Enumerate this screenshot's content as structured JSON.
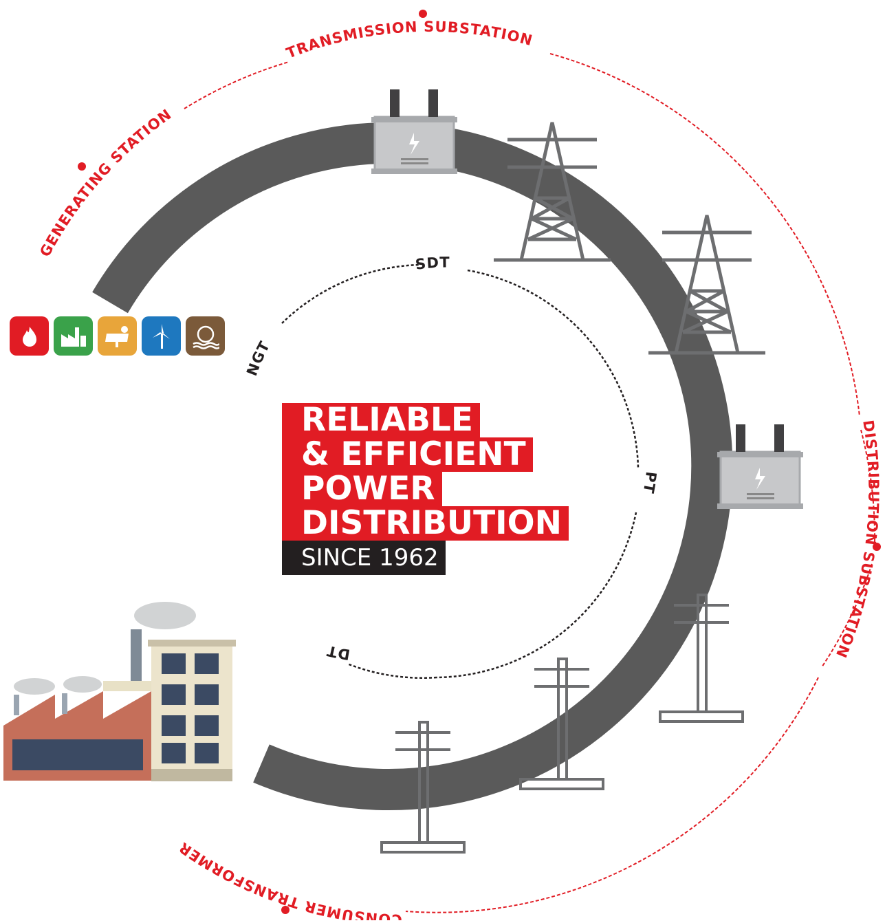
{
  "outer_ring": {
    "generating_station": "GENERATING STATION",
    "transmission_substation": "TRANSMISSION SUBSTATION",
    "distribution_substation": "DISTRIBUTION SUBSTATION",
    "consumer_transformer": "CONSUMER TRANSFORMER"
  },
  "inner_ring": {
    "ngt": "NGT",
    "sdt": "SDT",
    "pt": "PT",
    "dt": "DT"
  },
  "headline": {
    "line1": "RELIABLE",
    "line2": "& EFFICIENT",
    "line3": "POWER",
    "line4": "DISTRIBUTION",
    "since": "SINCE 1962"
  },
  "generation_sources": [
    {
      "icon": "flame-icon",
      "color": "#e11c24"
    },
    {
      "icon": "factory-icon",
      "color": "#3aa24a"
    },
    {
      "icon": "solar-panel-icon",
      "color": "#e8a53a"
    },
    {
      "icon": "wind-turbine-icon",
      "color": "#1e78bf"
    },
    {
      "icon": "hydro-icon",
      "color": "#7b5a3a"
    }
  ],
  "colors": {
    "accent_red": "#e11c24",
    "ring_gray": "#5a5a5a",
    "dark": "#231f20",
    "equipment_gray": "#6d6e70"
  }
}
